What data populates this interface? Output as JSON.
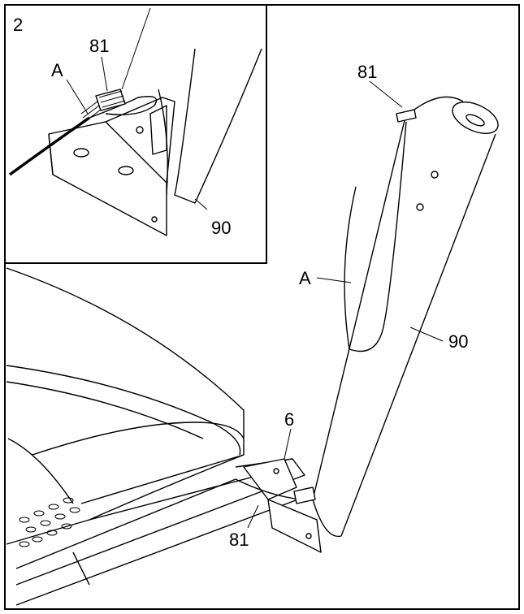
{
  "step_number": "2",
  "labels": {
    "inset_part_81": "81",
    "inset_wire_a": "A",
    "inset_part_90": "90",
    "main_part_81_top": "81",
    "main_wire_a": "A",
    "main_part_90": "90",
    "main_part_6": "6",
    "main_part_81_bottom": "81"
  }
}
